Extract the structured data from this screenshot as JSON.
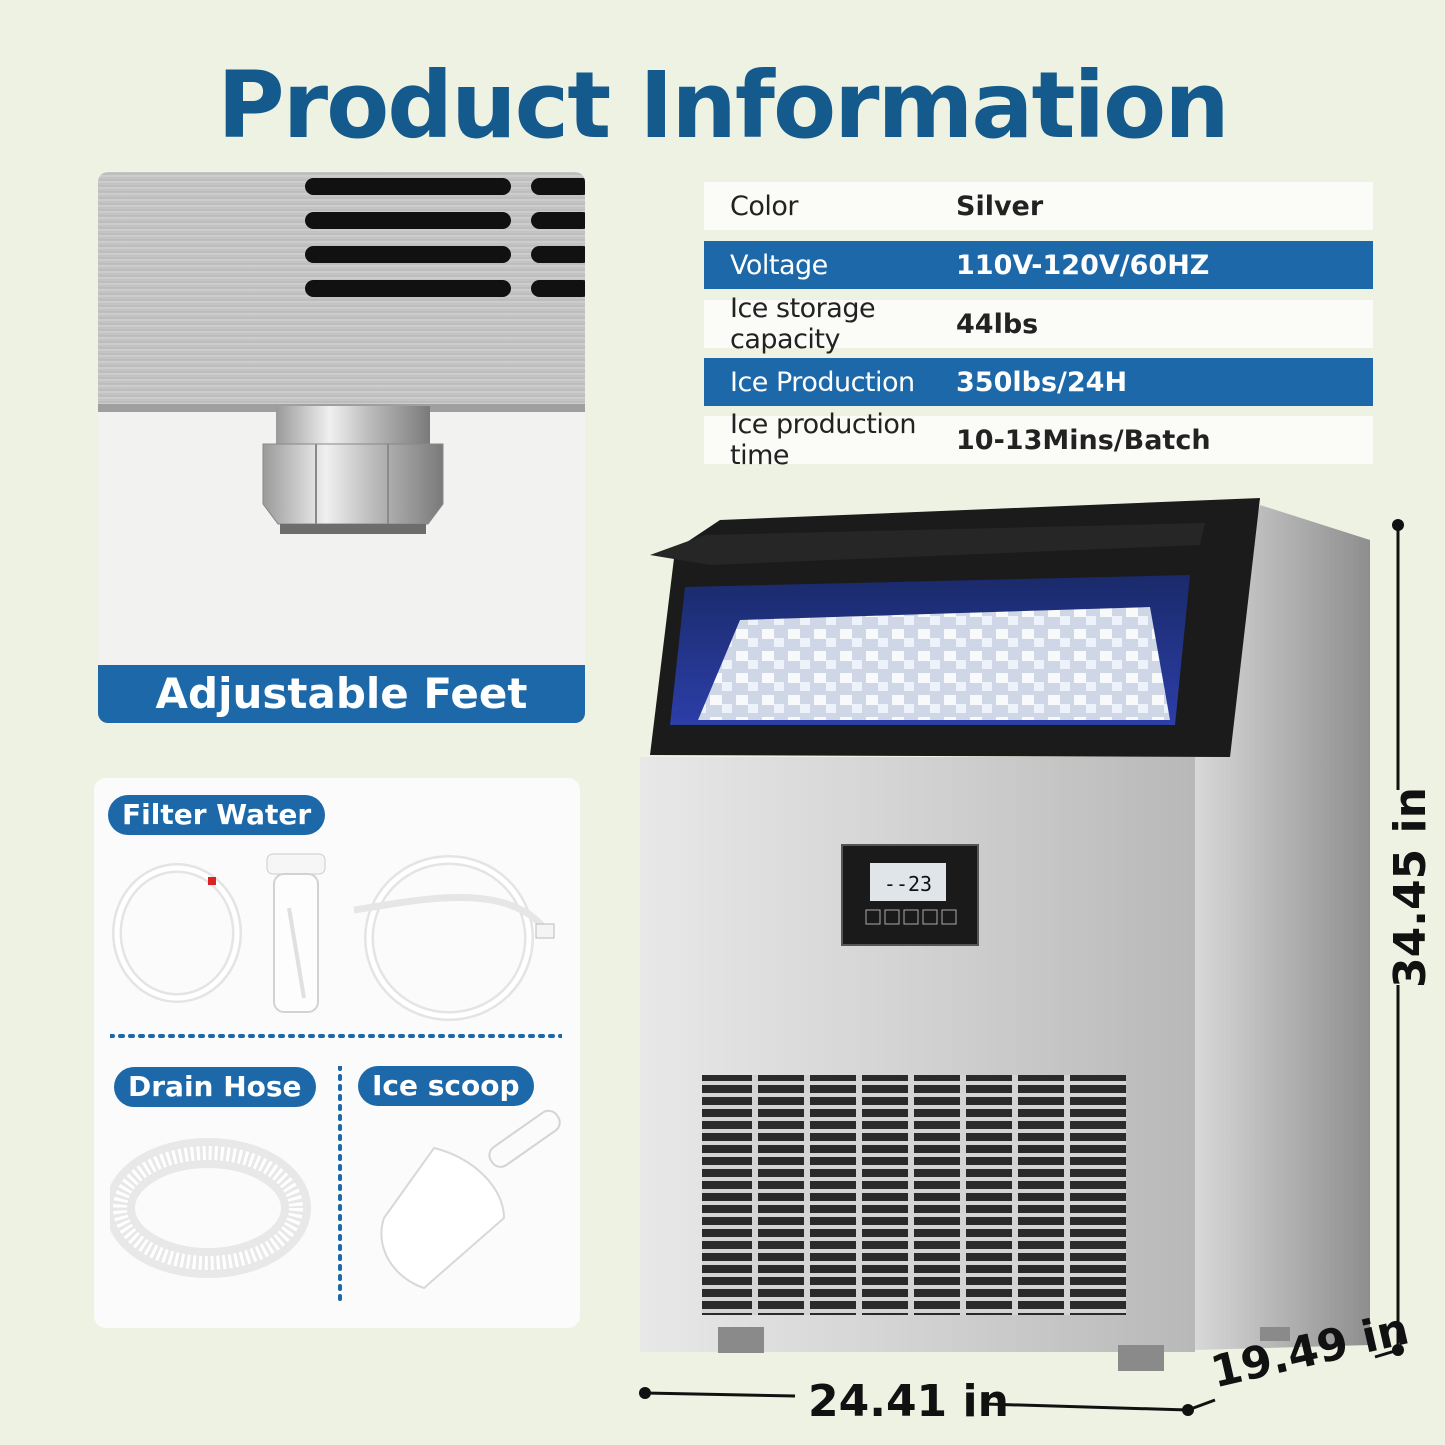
{
  "title": "Product Information",
  "specs": [
    {
      "label": "Color",
      "value": "Silver"
    },
    {
      "label": "Voltage",
      "value": "110V-120V/60HZ"
    },
    {
      "label": "Ice storage capacity",
      "value": "44lbs"
    },
    {
      "label": "Ice Production",
      "value": "350lbs/24H"
    },
    {
      "label": "Ice production time",
      "value": "10-13Mins/Batch"
    }
  ],
  "feet_caption": "Adjustable Feet",
  "accessories": {
    "filter_water": "Filter Water",
    "drain_hose": "Drain Hose",
    "ice_scoop": "Ice scoop"
  },
  "dimensions": {
    "height": "34.45 in",
    "width": "24.41 in",
    "depth": "19.49 in"
  },
  "display_readout": "--23",
  "colors": {
    "brand_blue": "#1c68a8",
    "title_blue": "#145a8c",
    "background": "#eef2e2"
  }
}
